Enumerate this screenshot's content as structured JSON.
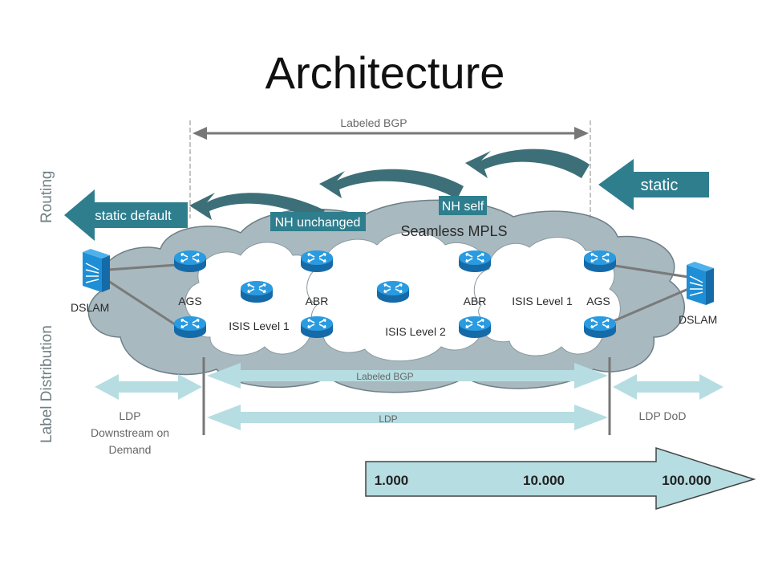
{
  "title": "Architecture",
  "side_labels": {
    "routing": "Routing",
    "label_distribution": "Label Distribution"
  },
  "routing": {
    "labeled_bgp_top": "Labeled BGP",
    "static": "static",
    "static_default": "static default",
    "nh_self": "NH self",
    "nh_unchanged": "NH unchanged"
  },
  "network": {
    "seamless_mpls": "Seamless MPLS",
    "dslam_left": "DSLAM",
    "dslam_right": "DSLAM",
    "ags_left": "AGS",
    "ags_right": "AGS",
    "abr_left": "ABR",
    "abr_right": "ABR",
    "isis_level1_left": "ISIS Level 1",
    "isis_level1_right": "ISIS Level 1",
    "isis_level2": "ISIS Level 2"
  },
  "label_distribution": {
    "labeled_bgp": "Labeled BGP",
    "ldp": "LDP",
    "ldp_dod_line1": "LDP",
    "ldp_dod_line2": "Downstream on",
    "ldp_dod_line3": "Demand",
    "ldp_dod_right": "LDP DoD"
  },
  "scale": {
    "values": [
      "1.000",
      "10.000",
      "100.000"
    ]
  },
  "colors": {
    "cloud_outer": "#a8b9c0",
    "cloud_inner": "#ffffff",
    "router": "#1e8fd6",
    "teal_box": "#2e7e8e",
    "dark_arrow": "#3d6f78",
    "light_arrow": "#b6dde1"
  }
}
